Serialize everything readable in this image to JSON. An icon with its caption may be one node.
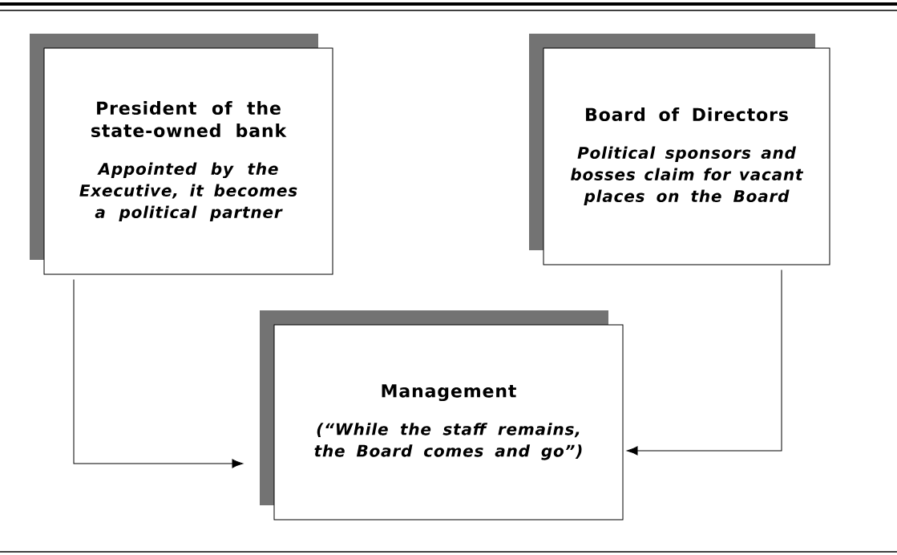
{
  "diagram": {
    "nodes": [
      {
        "text": [
          "President of the state-owned bank",
          "Appointed by the Executive, it becomes a political partner"
        ]
      },
      {
        "text": [
          "Board of Directors",
          "Political sponsors and bosses claim for vacant places on the Board"
        ]
      },
      {
        "text": [
          "Management",
          "(“While the staff remains, the Board comes and go”)"
        ]
      }
    ],
    "edges": [
      {
        "from": 0,
        "to": 2,
        "arrow": "to"
      },
      {
        "from": 1,
        "to": 2,
        "arrow": "to"
      }
    ]
  }
}
